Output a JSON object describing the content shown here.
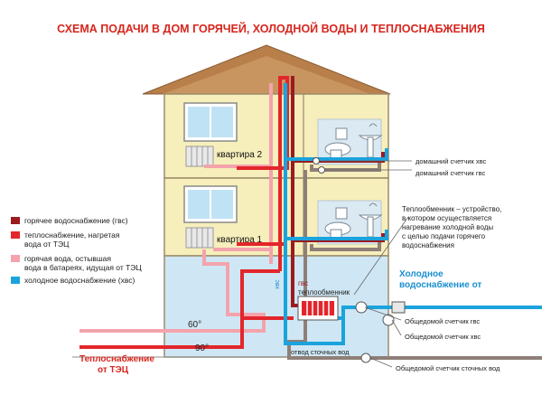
{
  "title": "СХЕМА ПОДАЧИ В ДОМ ГОРЯЧЕЙ, ХОЛОДНОЙ ВОДЫ И ТЕПЛОСНАБЖЕНИЯ",
  "apartments": {
    "upper": "квартира 2",
    "lower": "квартира 1"
  },
  "legend": {
    "hot_supply": "горячее водоснабжение (гвс)",
    "heating_line1": "теплоснабжение, нагретая",
    "heating_line2": "вода от ТЭЦ",
    "return_line1": "горячая вода, остывшая",
    "return_line2": "вода в батареях, идущая от ТЭЦ",
    "cold_supply": "холодное водоснабжение (хвс)"
  },
  "labels": {
    "meter_cold_home": "домашний счетчик хвс",
    "meter_hot_home": "домашний счетчик гвс",
    "exchanger_note": [
      "Теплообменник – устройство,",
      "в котором осуществляется",
      "нагревание холодной воды",
      "с целью подачи горячего",
      "водоснабжения"
    ],
    "cold_inlet_1": "Холодное",
    "cold_inlet_2": "водоснабжение от",
    "gvs": "гвс",
    "exchanger": "теплообменник",
    "hvs_vertical": "хвс",
    "meter_hot_common": "Общедомой счетчик гвс",
    "meter_cold_common": "Общедомой счетчик хвс",
    "sewage": "отвод сточных вод",
    "meter_sewage_common": "Общедомой счетчик сточных вод",
    "temp_return": "60°",
    "temp_supply": "90°",
    "heating_source_1": "Теплоснабжение",
    "heating_source_2": "от ТЭЦ"
  },
  "colors": {
    "title": "#d7261e",
    "hot": "#9b1b1f",
    "heating": "#e3262b",
    "return": "#f4a3ad",
    "cold": "#1ba3dc",
    "house_wall": "#f6eebb",
    "basement": "#cfe7f4",
    "roof": "#b87f4a",
    "sewage": "#8f7f78"
  }
}
